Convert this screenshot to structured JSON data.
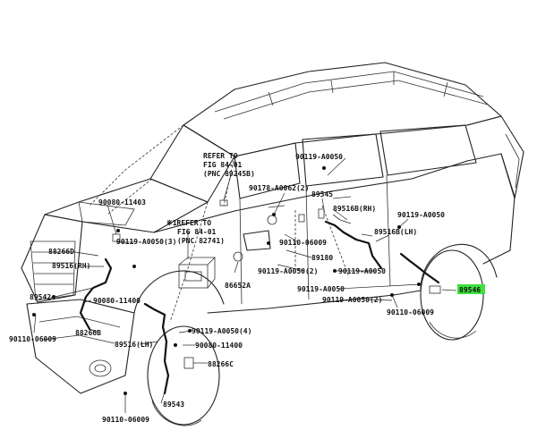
{
  "labels": {
    "refer_1_l1": "REFER TO",
    "refer_1_l2": "FIG 84-01",
    "refer_1_l3": "(PNC 89245B)",
    "refer_2_l1": "※1REFER TO",
    "refer_2_l2": "FIG 84-01",
    "refer_2_l3": "(PNC 82741)",
    "p_90119_a0050_top": "90119-A0050",
    "p_89545": "89545",
    "p_90178": "90178-A0062(2)",
    "p_89516b_rh": "89516B(RH)",
    "p_90119_a0050_right": "90119-A0050",
    "p_89516b_lh": "89516B(LH)",
    "p_90110_06009_mid": "90110-06009",
    "p_89180": "89180",
    "p_90119_a0050_2": "90119-A0050(2)",
    "p_90119_a0050_rr": "90119-A0050",
    "p_90119_a0050_lower": "90119-A0050",
    "p_89546": "89546",
    "p_90119_a0050_2b": "90119-A0050(2)",
    "p_90110_06009_rr": "90110-06009",
    "p_90080_11403": "90080-11403",
    "p_88266d": "88266D",
    "p_90119_a0050_3": "90119-A0050(3)",
    "p_89516_rh": "89516(RH)",
    "p_89542": "89542",
    "p_90080_11400_a": "90080-11400",
    "p_86652a": "86652A",
    "p_90110_06009_left": "90110-06009",
    "p_88266b": "88266B",
    "p_89516_lh": "89516(LH)",
    "p_90119_a0050_4": "90119-A0050(4)",
    "p_90080_11400_b": "90080-11400",
    "p_88266c": "88266C",
    "p_89543": "89543",
    "p_90110_06009_bottom": "90110-06009"
  },
  "colors": {
    "highlight": "#3ee03e",
    "line": "#222222"
  }
}
